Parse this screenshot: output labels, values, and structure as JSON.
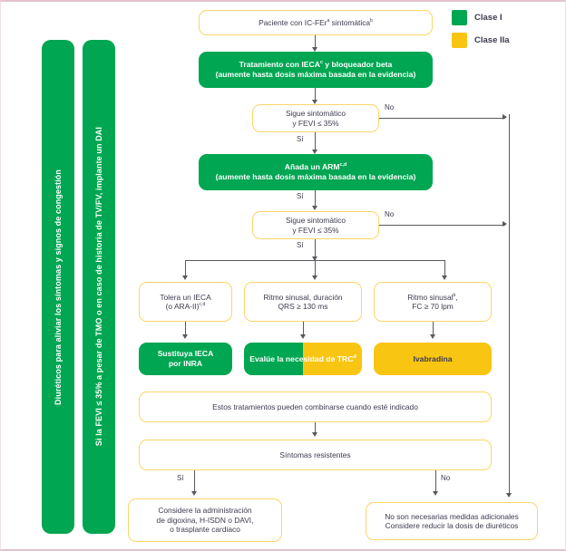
{
  "legend": {
    "items": [
      {
        "label": "Clase I",
        "color": "#00a651"
      },
      {
        "label": "Clase IIa",
        "color": "#f9c513"
      }
    ]
  },
  "sidebars": [
    {
      "name": "diuretics-bar",
      "text": "Diuréticos para aliviar los síntomas y signos de congestión",
      "color": "#00a651"
    },
    {
      "name": "icd-bar",
      "text": "Si la FEVI ≤ 35% a pesar de TMO o en caso de historia de TV/FV, implante un DAI",
      "color": "#00a651"
    }
  ],
  "nodes": {
    "patient": {
      "line1": "Paciente con IC-FEr",
      "sup1": "a",
      "line1b": " sintomática",
      "sup2": "b"
    },
    "treatment_acei": {
      "line1": "Tratamiento con IECA",
      "sup1": "c",
      "line1b": " y bloqueador beta",
      "line2": "(aumente hasta dosis máxima basada en la evidencia)"
    },
    "decision1": {
      "line1": "Sigue sintomático",
      "line2": "y FEVI ≤ 35%"
    },
    "add_mra": {
      "line1": "Añada un ARM",
      "sup1": "c,d",
      "line2": "(aumente hasta dosis máxima basada en la evidencia)"
    },
    "decision2": {
      "line1": "Sigue sintomático",
      "line2": "y FEVI ≤ 35%"
    },
    "col1_cond": {
      "line1": "Tolera un IECA",
      "line2": "(o ARA-II)",
      "sup2": "c,d"
    },
    "col2_cond": {
      "line1": "Ritmo sinusal, duración",
      "line2": "QRS ≥ 130 ms"
    },
    "col3_cond": {
      "line1": "Ritmo sinusal",
      "sup1": "b",
      "line1b": ",",
      "line2": "FC ≥ 70 lpm"
    },
    "col1_action": {
      "line1": "Sustituya IECA",
      "line2": "por INRA"
    },
    "col2_action": {
      "line1": "Evalúe la necesidad de TRC",
      "sup1": "d"
    },
    "col3_action": {
      "line1": "Ivabradina"
    },
    "combine": {
      "line1": "Estos tratamientos pueden combinarse cuando esté indicado"
    },
    "resistant": {
      "line1": "Síntomas resistentes"
    },
    "outcome_yes": {
      "line1": "Considere la administración",
      "line2": "de digoxina, H-ISDN o DAVI,",
      "line3": "o trasplante cardiaco"
    },
    "outcome_no": {
      "line1": "No son necesarias medidas adicionales",
      "line2": "Considere reducir la dosis de diuréticos"
    }
  },
  "edges": {
    "no1": "No",
    "si1": "Sí",
    "no2": "No",
    "si2": "Sí",
    "si3": "Sí",
    "no3": "No"
  },
  "colors": {
    "class_i": "#00a651",
    "class_iia": "#f9c513",
    "box_border": "#fbd668",
    "connector": "#58585f",
    "frame": "#e4c3cd"
  }
}
